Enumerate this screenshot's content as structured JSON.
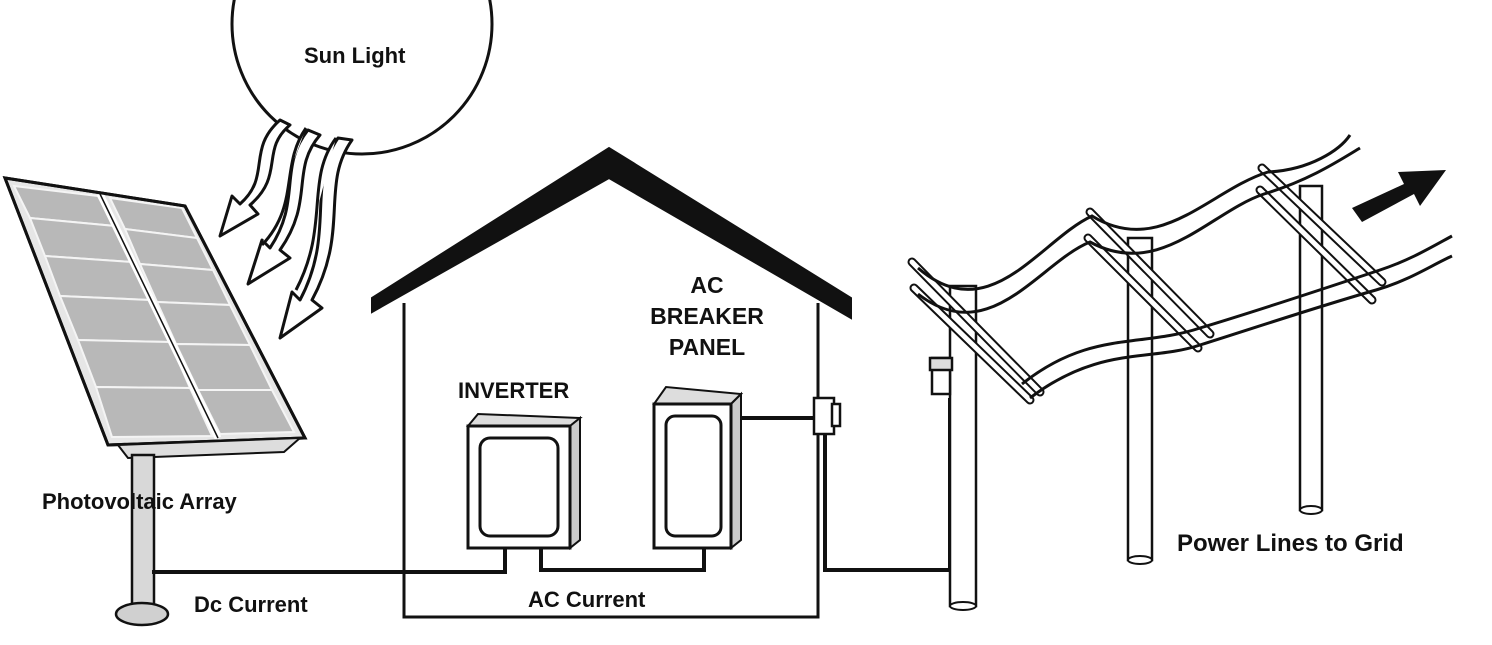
{
  "labels": {
    "sun": "Sun Light",
    "pv_array": "Photovoltaic Array",
    "dc_current": "Dc Current",
    "ac_current": "AC Current",
    "inverter": "INVERTER",
    "breaker": [
      "AC",
      "BREAKER",
      "PANEL"
    ],
    "power_lines": "Power Lines to Grid"
  },
  "colors": {
    "stroke": "#111111",
    "panel_cell": "#b8b8b8",
    "panel_frame": "#d9d9d9",
    "background": "#ffffff"
  },
  "icons": [
    "sun",
    "solar-panel",
    "house",
    "inverter-box",
    "breaker-box",
    "meter",
    "utility-pole",
    "arrow"
  ]
}
